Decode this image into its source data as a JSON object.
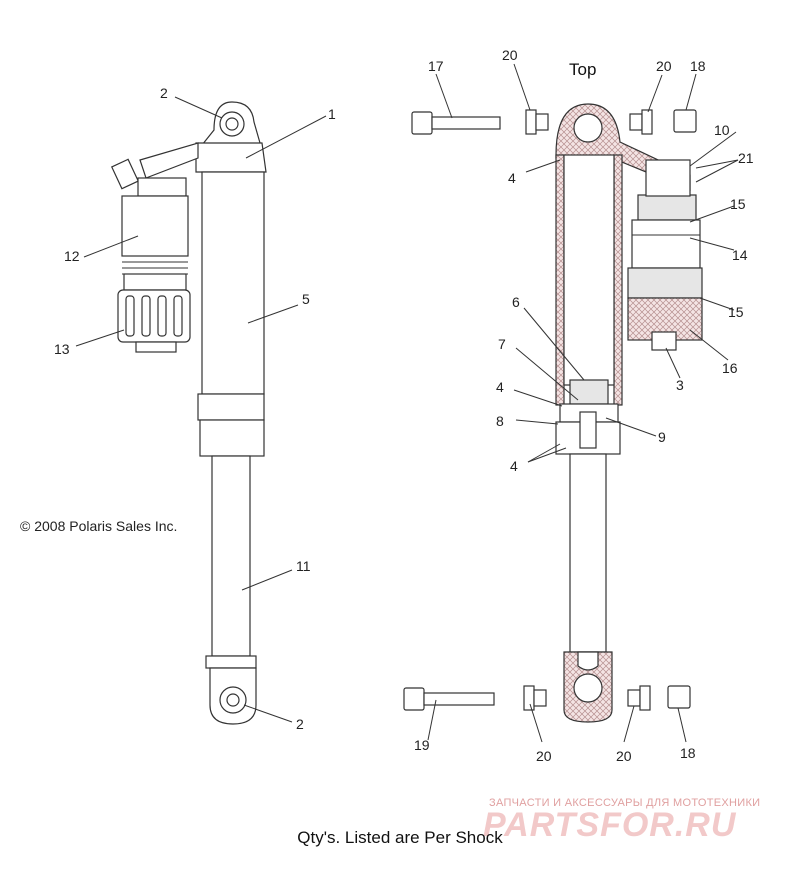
{
  "figure": {
    "top_label": "Top",
    "copyright": "© 2008 Polaris Sales Inc.",
    "caption": "Qty's. Listed are Per Shock",
    "watermark": {
      "subtitle": "ЗАПЧАСТИ И АКСЕССУАРЫ ДЛЯ МОТОТЕХНИКИ",
      "brand": "PARTSFOR.RU"
    }
  },
  "callouts": {
    "c1": "1",
    "c2a": "2",
    "c2b": "2",
    "c3": "3",
    "c4a": "4",
    "c4b": "4",
    "c4c": "4",
    "c5": "5",
    "c6": "6",
    "c7": "7",
    "c8": "8",
    "c9": "9",
    "c10": "10",
    "c11": "11",
    "c12": "12",
    "c13": "13",
    "c14": "14",
    "c15a": "15",
    "c15b": "15",
    "c16": "16",
    "c17": "17",
    "c18a": "18",
    "c18b": "18",
    "c19": "19",
    "c20a": "20",
    "c20b": "20",
    "c20c": "20",
    "c20d": "20",
    "c21": "21"
  }
}
